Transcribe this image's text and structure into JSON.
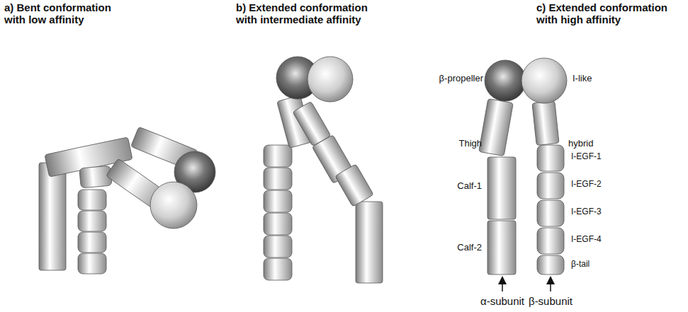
{
  "diagram": {
    "labels": [
      "a) Bent conformation with low affinity",
      "b) Extended conformation with intermediate affinity",
      "c) Extended conformation with high affinity",
      "β-propeller",
      "I-like",
      "Thigh",
      "hybrid",
      "Calf-1",
      "I-EGF-1",
      "I-EGF-2",
      "I-EGF-3",
      "Calf-2",
      "I-EGF-4",
      "β-tail",
      "α-subunit",
      "β-subunit"
    ]
  }
}
